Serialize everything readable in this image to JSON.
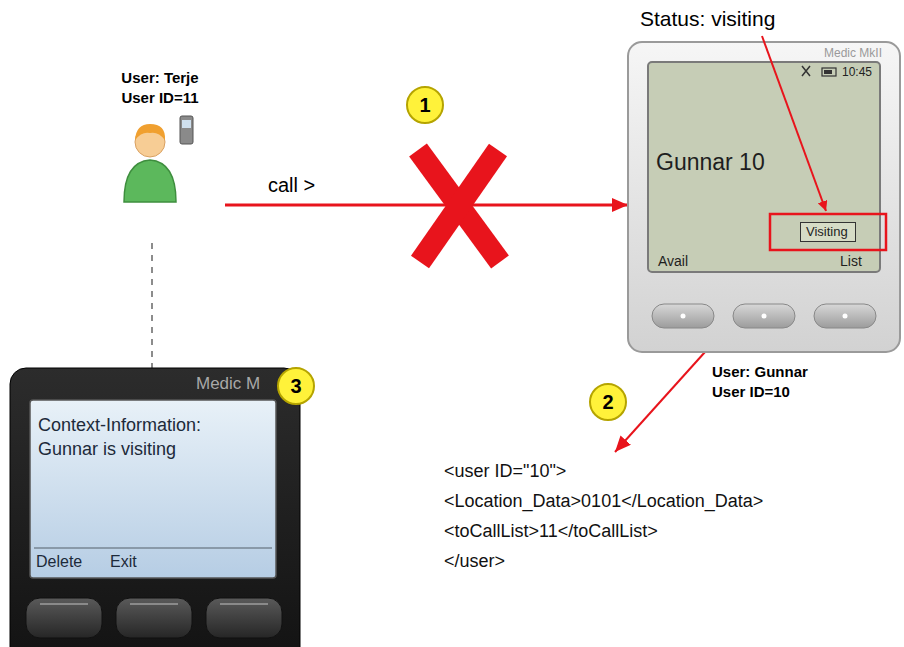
{
  "diagram": {
    "nodes": [
      {
        "text": [
          "User: Terje User ID=11"
        ]
      },
      {
        "text": [
          "Medic MkII",
          "10:45",
          "Gunnar 10",
          "Avail",
          "List"
        ]
      },
      {
        "text": [
          "Visiting"
        ],
        "in": 1
      },
      {
        "text": [
          "<user ID=\"10\">",
          "<Location_Data>0101</Location_Data>",
          "<toCallList>11</toCallList>",
          "</user>"
        ]
      },
      {
        "text": [
          "Medic M",
          "Context-Information:",
          "Gunnar is visiting",
          "Delete",
          "Exit"
        ]
      }
    ],
    "edges": [
      {
        "from": 0,
        "to": 1,
        "arrow": "to",
        "label": "call >"
      },
      {
        "from": 1,
        "to": 3,
        "arrow": "to"
      },
      {
        "from": 0,
        "to": 4,
        "arrow": "none"
      }
    ],
    "labels": [
      "Status: visiting",
      "1",
      "2",
      "3",
      "User: Gunnar User ID=10"
    ]
  }
}
